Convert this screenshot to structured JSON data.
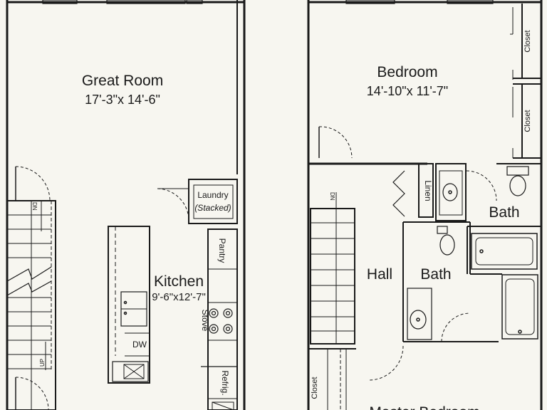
{
  "rooms": {
    "great_room": {
      "name": "Great Room",
      "dims": "17'-3\"x 14'-6\""
    },
    "bedroom": {
      "name": "Bedroom",
      "dims": "14'-10\"x 11'-7\""
    },
    "kitchen": {
      "name": "Kitchen",
      "dims": "9'-6\"x12'-7\""
    },
    "hall": {
      "name": "Hall"
    },
    "bath_center": {
      "name": "Bath"
    },
    "bath_right": {
      "name": "Bath"
    },
    "master_bedroom_partial": {
      "name": "Master Bedroom"
    }
  },
  "fixtures": {
    "laundry": "Laundry",
    "laundry_note": "(Stacked)",
    "pantry": "Pantry",
    "stove": "Stove",
    "refrig": "Refrig.",
    "dishwasher": "DW",
    "linen": "Linen",
    "closet_1": "Closet",
    "closet_2": "Closet",
    "closet_3": "Closet"
  },
  "stairs": {
    "left_down": "DN",
    "left_up": "UP",
    "right_down": "DN"
  }
}
